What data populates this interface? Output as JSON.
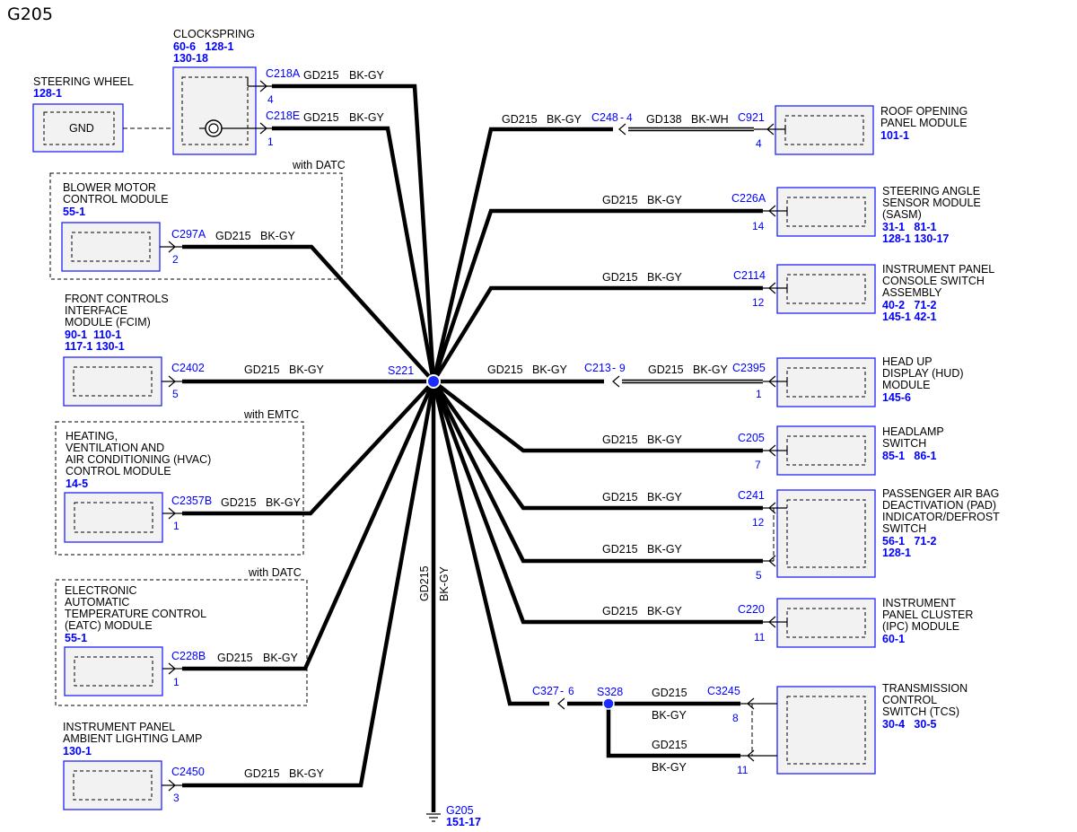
{
  "title": "G205",
  "hub": {
    "name": "S221"
  },
  "ground": {
    "name": "G205",
    "ref": "151-17",
    "wire_circuit": "GD215",
    "wire_color": "BK-GY"
  },
  "clockspring": {
    "name": "CLOCKSPRING",
    "refs1": "60-6   128-1",
    "refs2": "130-18",
    "conn_a": "C218A",
    "pin_a": "4",
    "conn_e": "C218E",
    "pin_e": "1",
    "wire_circuit": "GD215",
    "wire_color": "BK-GY"
  },
  "steering_wheel": {
    "name": "STEERING WHEEL",
    "ref": "128-1",
    "inner": "GND"
  },
  "option_labels": {
    "blower": "with DATC",
    "hvac": "with EMTC",
    "eatc": "with DATC"
  },
  "left_modules": [
    {
      "lines": [
        "BLOWER MOTOR",
        "CONTROL MODULE"
      ],
      "refs": [
        "55-1"
      ],
      "connector": "C297A",
      "pin": "2",
      "circuit": "GD215",
      "color": "BK-GY"
    },
    {
      "lines": [
        "FRONT CONTROLS",
        "INTERFACE",
        "MODULE (FCIM)"
      ],
      "refs": [
        "90-1  110-1",
        "117-1 130-1"
      ],
      "connector": "C2402",
      "pin": "5",
      "circuit": "GD215",
      "color": "BK-GY"
    },
    {
      "lines": [
        "HEATING,",
        "VENTILATION AND",
        "AIR CONDITIONING (HVAC)",
        "CONTROL MODULE"
      ],
      "refs": [
        "14-5"
      ],
      "connector": "C2357B",
      "pin": "1",
      "circuit": "GD215",
      "color": "BK-GY"
    },
    {
      "lines": [
        "ELECTRONIC",
        "AUTOMATIC",
        "TEMPERATURE CONTROL",
        "(EATC) MODULE"
      ],
      "refs": [
        "55-1"
      ],
      "connector": "C228B",
      "pin": "1",
      "circuit": "GD215",
      "color": "BK-GY"
    },
    {
      "lines": [
        "INSTRUMENT PANEL",
        "AMBIENT LIGHTING LAMP"
      ],
      "refs": [
        "130-1"
      ],
      "connector": "C2450",
      "pin": "3",
      "circuit": "GD215",
      "color": "BK-GY"
    }
  ],
  "roof": {
    "lines": [
      "ROOF OPENING",
      "PANEL MODULE"
    ],
    "refs": [
      "101-1"
    ],
    "connector": "C921",
    "pin": "4",
    "inline": "C248",
    "inline_pin": "4",
    "circuit_near": "GD215",
    "color_near": "BK-GY",
    "circuit_far": "GD138",
    "color_far": "BK-WH"
  },
  "sasm": {
    "lines": [
      "STEERING ANGLE",
      "SENSOR MODULE",
      "(SASM)"
    ],
    "refs": [
      "31-1   81-1",
      "128-1 130-17"
    ],
    "connector": "C226A",
    "pin": "14",
    "circuit": "GD215",
    "color": "BK-GY"
  },
  "ipcs": {
    "lines": [
      "INSTRUMENT PANEL",
      "CONSOLE SWITCH",
      "ASSEMBLY"
    ],
    "refs": [
      "40-2   71-2",
      "145-1 42-1"
    ],
    "connector": "C2114",
    "pin": "12",
    "circuit": "GD215",
    "color": "BK-GY"
  },
  "hud": {
    "lines": [
      "HEAD UP",
      "DISPLAY (HUD)",
      "MODULE"
    ],
    "refs": [
      "145-6"
    ],
    "connector": "C2395",
    "pin": "1",
    "inline": "C213",
    "inline_pin": "9",
    "circuit_near": "GD215",
    "color_near": "BK-GY",
    "circuit_far": "GD215",
    "color_far": "BK-GY"
  },
  "headlamp": {
    "lines": [
      "HEADLAMP",
      "SWITCH"
    ],
    "refs": [
      "85-1   86-1"
    ],
    "connector": "C205",
    "pin": "7",
    "circuit": "GD215",
    "color": "BK-GY"
  },
  "pad": {
    "lines": [
      "PASSENGER AIR BAG",
      "DEACTIVATION (PAD)",
      "INDICATOR/DEFROST",
      "SWITCH"
    ],
    "refs": [
      "56-1   71-2",
      "128-1"
    ],
    "connector": "C241",
    "pin1": "12",
    "pin2": "5",
    "circuit": "GD215",
    "color": "BK-GY"
  },
  "ipc": {
    "lines": [
      "INSTRUMENT",
      "PANEL CLUSTER",
      "(IPC) MODULE"
    ],
    "refs": [
      "60-1"
    ],
    "connector": "C220",
    "pin": "11",
    "circuit": "GD215",
    "color": "BK-GY"
  },
  "tcs": {
    "lines": [
      "TRANSMISSION",
      "CONTROL",
      "SWITCH (TCS)"
    ],
    "refs": [
      "30-4   30-5"
    ],
    "connector": "C3245",
    "pin1": "8",
    "pin2": "11",
    "splice": "S328",
    "inline": "C327",
    "inline_pin": "6",
    "circuit": "GD215",
    "color": "BK-GY"
  },
  "colors": {
    "wire": "#000000",
    "connector": "#0000ff",
    "component_border": "#2222ff",
    "component_fill": "#f2f2f2"
  }
}
